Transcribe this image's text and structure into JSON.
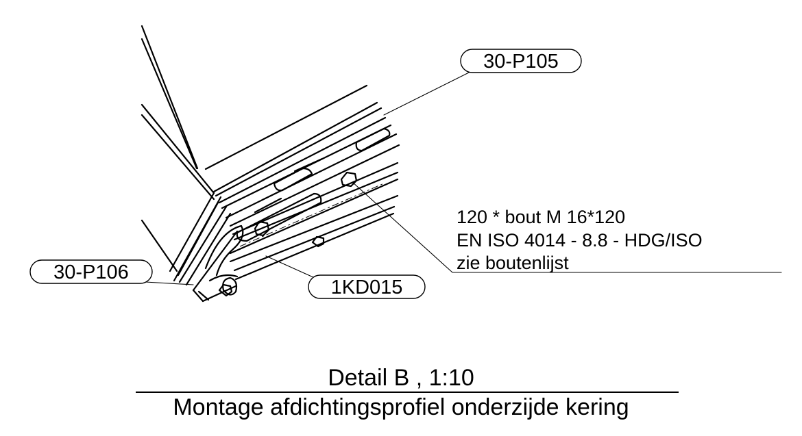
{
  "labels": {
    "top_callout": "30-P105",
    "left_callout": "30-P106",
    "bottom_callout": "1KD015"
  },
  "note": {
    "line1": "120 * bout M 16*120",
    "line2": "EN ISO 4014 - 8.8 - HDG/ISO",
    "line3": "zie boutenlijst"
  },
  "title": {
    "detail": "Detail B , 1:10",
    "subtitle": "Montage afdichtingsprofiel onderzijde kering"
  }
}
